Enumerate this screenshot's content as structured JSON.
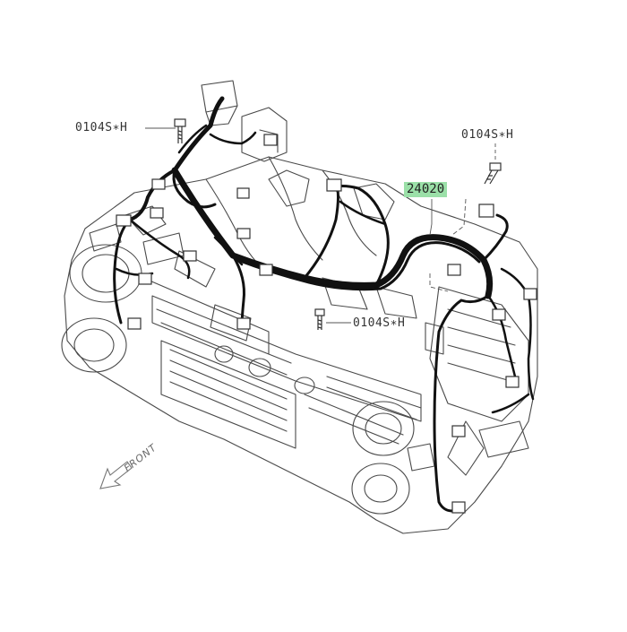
{
  "callouts": {
    "bolt_top_left": "0104S∗H",
    "bolt_top_right": "0104S∗H",
    "bolt_center": "0104S∗H",
    "harness_part": "24020"
  },
  "direction_label": "FRONT",
  "colors": {
    "highlight": "#9be0a8",
    "harness": "#111111",
    "linework": "#444444",
    "leader": "#555555"
  },
  "icons": {
    "front_arrow": "outline-arrow-icon",
    "bolt": "bolt-icon",
    "connector": "connector-icon"
  }
}
